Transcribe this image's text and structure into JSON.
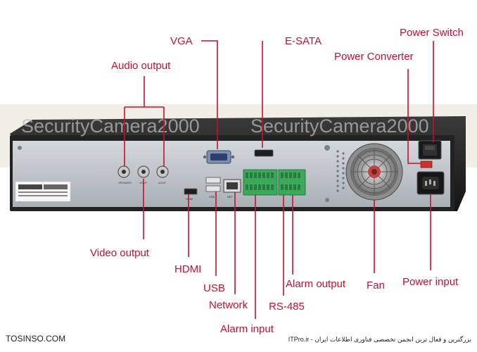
{
  "labels": {
    "vga": "VGA",
    "esata": "E-SATA",
    "power_switch": "Power Switch",
    "power_converter": "Power Converter",
    "audio_output": "Audio output",
    "video_output": "Video output",
    "hdmi": "HDMI",
    "usb": "USB",
    "network": "Network",
    "alarm_input": "Alarm input",
    "rs485": "RS-485",
    "alarm_output": "Alarm output",
    "fan": "Fan",
    "power_input": "Power input"
  },
  "watermarks": {
    "left": "SecurityCamera2000",
    "right": "SecurityCamera2000"
  },
  "port_captions": {
    "speaker": "SPEAKER",
    "vout": "VOUT",
    "aout": "AOUT",
    "hdmi": "HDMI",
    "usb": "USB",
    "net": "NET"
  },
  "footer": {
    "left": "TOSINSO.COM",
    "right": "ITPro.ir - بزرگترین و فعال ترین انجمن تخصصی فناوری اطلاعات ایران"
  },
  "colors": {
    "callout": "#c8102e",
    "chassis": "#2b2b2b",
    "panel": "#bfc6cc",
    "terminal": "#3aa95a"
  }
}
